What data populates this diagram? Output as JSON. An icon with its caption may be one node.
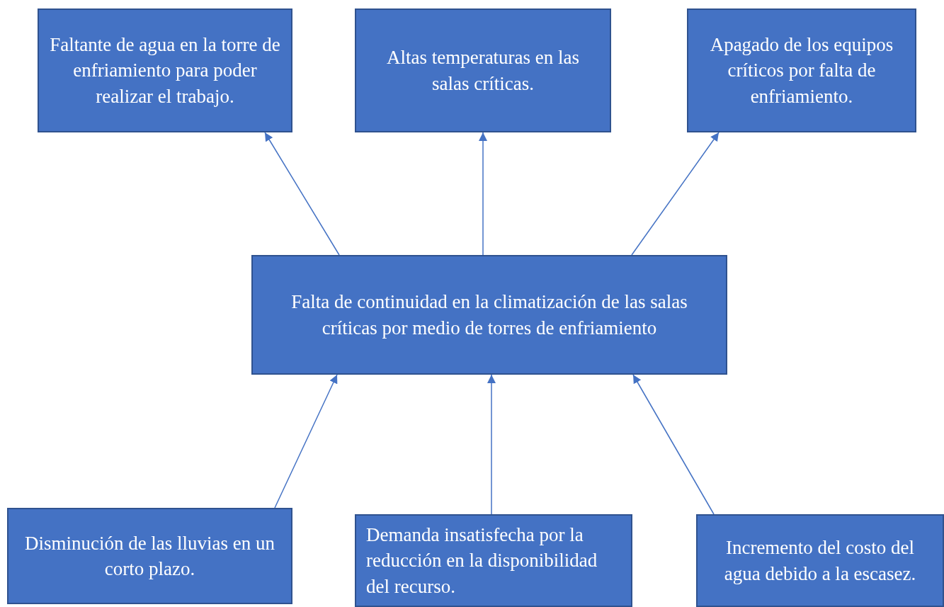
{
  "diagram": {
    "nodes": [
      {
        "text": [
          "Faltante de agua en la torre de enfriamiento para poder realizar el trabajo."
        ]
      },
      {
        "text": [
          "Altas temperaturas en las salas críticas."
        ]
      },
      {
        "text": [
          "Apagado de los equipos críticos por falta de enfriamiento."
        ]
      },
      {
        "text": [
          "Falta de continuidad en la climatización de las salas críticas por medio de torres de enfriamiento"
        ]
      },
      {
        "text": [
          "Disminución de las lluvias en un corto plazo."
        ]
      },
      {
        "text": [
          "Demanda insatisfecha por la reducción en la disponibilidad del recurso."
        ]
      },
      {
        "text": [
          "Incremento del costo del agua debido a la escasez."
        ]
      }
    ],
    "edges": [
      {
        "from": 3,
        "to": 0,
        "arrow": "to"
      },
      {
        "from": 3,
        "to": 1,
        "arrow": "to"
      },
      {
        "from": 3,
        "to": 2,
        "arrow": "to"
      },
      {
        "from": 4,
        "to": 3,
        "arrow": "to"
      },
      {
        "from": 5,
        "to": 3,
        "arrow": "to"
      },
      {
        "from": 6,
        "to": 3,
        "arrow": "to"
      }
    ]
  }
}
